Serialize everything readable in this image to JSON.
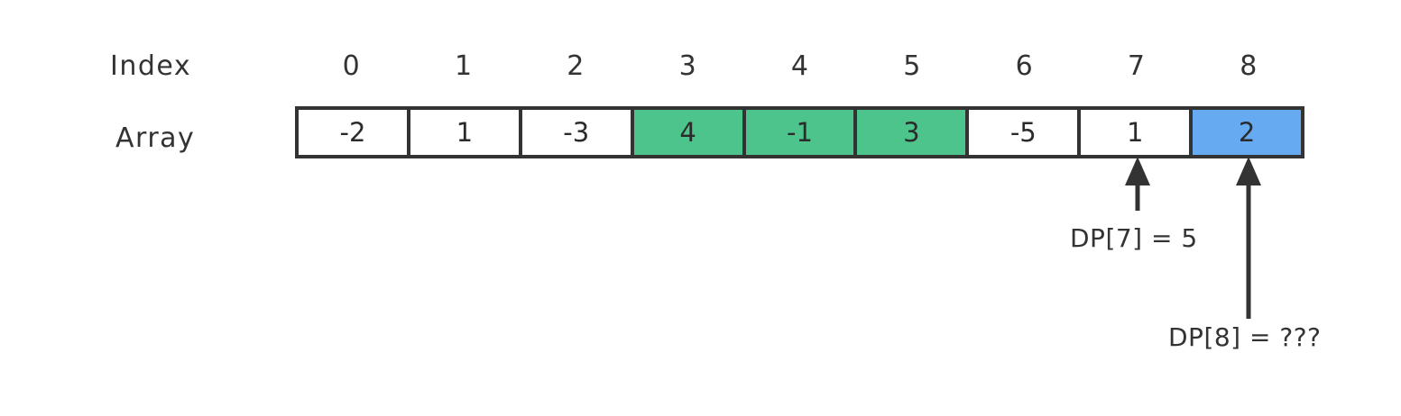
{
  "diagram": {
    "title_row_label": "Index",
    "array_row_label": "Array",
    "colors": {
      "stroke": "#333333",
      "cell_default": "#ffffff",
      "cell_highlight_green": "#4dc48c",
      "cell_highlight_blue": "#66abf2",
      "background": "#ffffff"
    },
    "indices": [
      "0",
      "1",
      "2",
      "3",
      "4",
      "5",
      "6",
      "7",
      "8"
    ],
    "cells": [
      {
        "index": "0",
        "value": "-2",
        "fill": "none"
      },
      {
        "index": "1",
        "value": "1",
        "fill": "none"
      },
      {
        "index": "2",
        "value": "-3",
        "fill": "none"
      },
      {
        "index": "3",
        "value": "4",
        "fill": "green"
      },
      {
        "index": "4",
        "value": "-1",
        "fill": "green"
      },
      {
        "index": "5",
        "value": "3",
        "fill": "green"
      },
      {
        "index": "6",
        "value": "-5",
        "fill": "none"
      },
      {
        "index": "7",
        "value": "1",
        "fill": "none"
      },
      {
        "index": "8",
        "value": "2",
        "fill": "blue"
      }
    ],
    "annotations": [
      {
        "id": "dp7",
        "label": "DP[7] = 5",
        "points_to_index": "7",
        "arrow_icon": "arrow-up-icon"
      },
      {
        "id": "dp8",
        "label": "DP[8] = ???",
        "points_to_index": "8",
        "arrow_icon": "arrow-up-icon"
      }
    ]
  }
}
